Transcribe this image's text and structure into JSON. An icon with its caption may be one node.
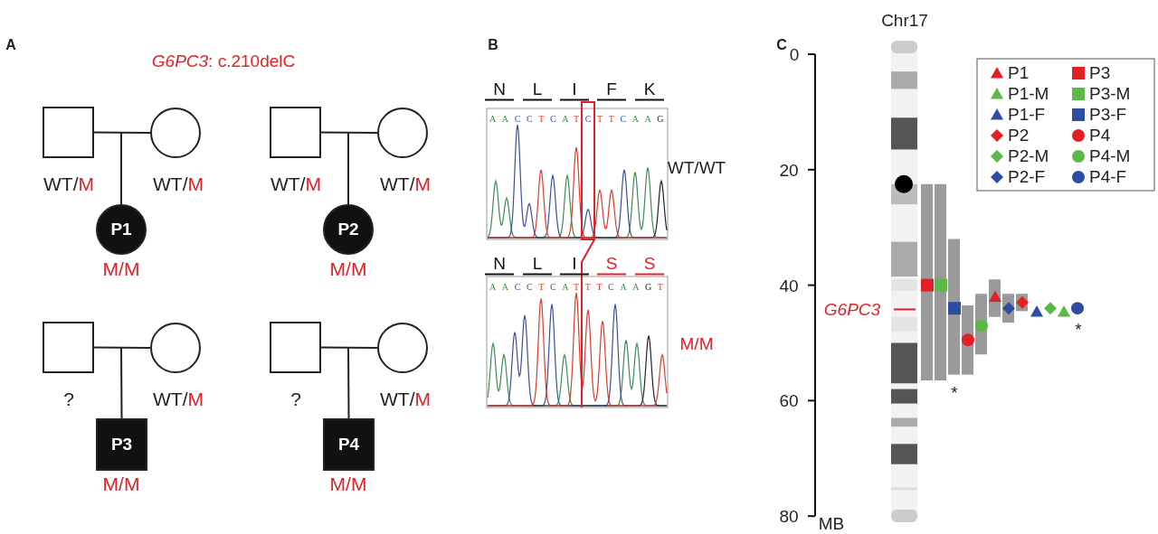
{
  "diagram": {
    "nodes": [
      {
        "text": [],
        "shape": "box",
        "beside": [
          "WT/M"
        ]
      },
      {
        "text": [],
        "shape": "circle",
        "beside": [
          "WT/M"
        ]
      },
      {
        "text": [
          "P1"
        ],
        "beside": [
          "M/M"
        ]
      },
      {
        "text": [],
        "shape": "box",
        "beside": [
          "WT/M"
        ]
      },
      {
        "text": [],
        "shape": "circle",
        "beside": [
          "WT/M"
        ]
      },
      {
        "text": [
          "P2"
        ],
        "beside": [
          "M/M"
        ]
      },
      {
        "text": [],
        "shape": "box",
        "beside": [
          "?"
        ]
      },
      {
        "text": [],
        "shape": "circle",
        "beside": [
          "WT/M"
        ]
      },
      {
        "text": [
          "P3"
        ],
        "beside": [
          "M/M"
        ]
      },
      {
        "text": [],
        "shape": "box",
        "beside": [
          "?"
        ]
      },
      {
        "text": [],
        "shape": "circle",
        "beside": [
          "WT/M"
        ]
      },
      {
        "text": [
          "P4"
        ],
        "beside": [
          "M/M"
        ]
      }
    ],
    "edges": [
      {
        "from": 0,
        "to": 1,
        "arrow": "none"
      },
      {
        "from": null,
        "to": 2,
        "arrow": "none"
      },
      {
        "from": 3,
        "to": 4,
        "arrow": "none"
      },
      {
        "from": null,
        "to": 5,
        "arrow": "none"
      },
      {
        "from": 6,
        "to": 7,
        "arrow": "none"
      },
      {
        "from": null,
        "to": 8,
        "arrow": "none"
      },
      {
        "from": 9,
        "to": 10,
        "arrow": "none"
      },
      {
        "from": null,
        "to": 11,
        "arrow": "none"
      }
    ],
    "labels": [
      "A",
      "*G6PC3*: c.210delC",
      "B",
      "N",
      "L",
      "I",
      "F",
      "K",
      "AACCTCATCTTCAAG",
      "WT/WT",
      "N",
      "L",
      "I",
      "S",
      "S",
      "AACCTCATTTCAAGT",
      "M/M",
      "C",
      "Chr17",
      "0",
      "20",
      "40",
      "60",
      "80",
      "MB",
      "G6PC3",
      "*",
      "*"
    ],
    "legend": [
      {
        "text": "P1"
      },
      {
        "text": "P3"
      },
      {
        "text": "P1-M"
      },
      {
        "text": "P3-M"
      },
      {
        "text": "P1-F"
      },
      {
        "text": "P3-F"
      },
      {
        "text": "P2"
      },
      {
        "text": "P4"
      },
      {
        "text": "P2-M"
      },
      {
        "text": "P4-M"
      },
      {
        "text": "P2-F"
      },
      {
        "text": "P4-F"
      }
    ]
  }
}
